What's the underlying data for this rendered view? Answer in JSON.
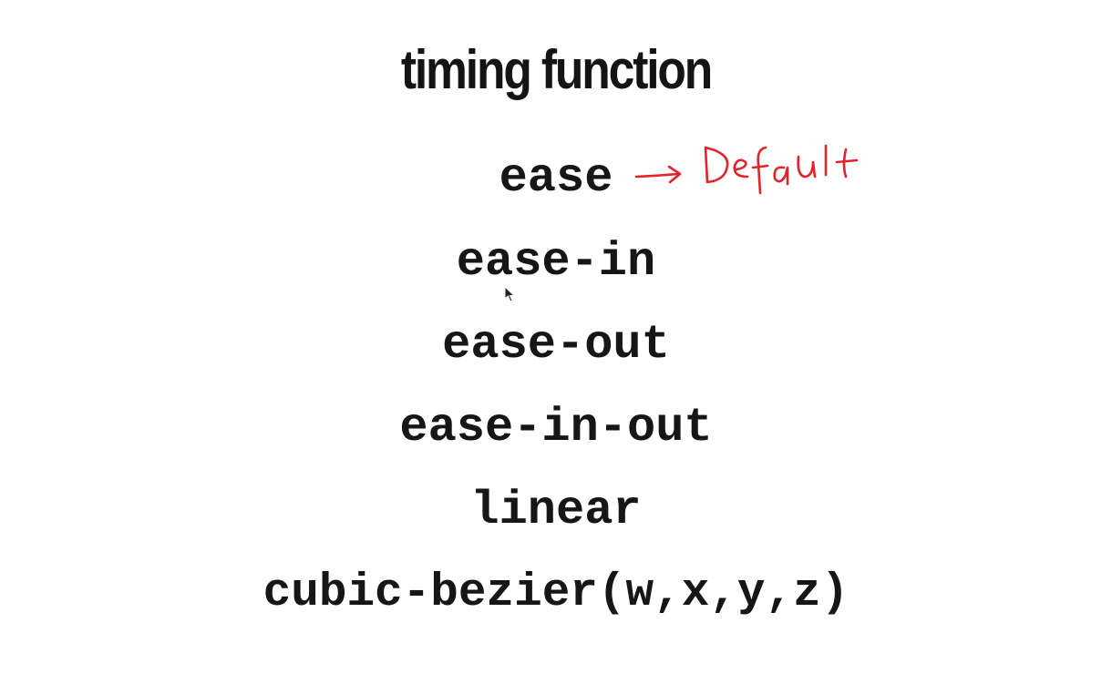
{
  "slide": {
    "title": "timing function",
    "values": [
      "ease",
      "ease-in",
      "ease-out",
      "ease-in-out",
      "linear",
      "cubic-bezier(w,x,y,z)"
    ],
    "annotation": {
      "text": "Default",
      "color": "#e3232a"
    }
  }
}
